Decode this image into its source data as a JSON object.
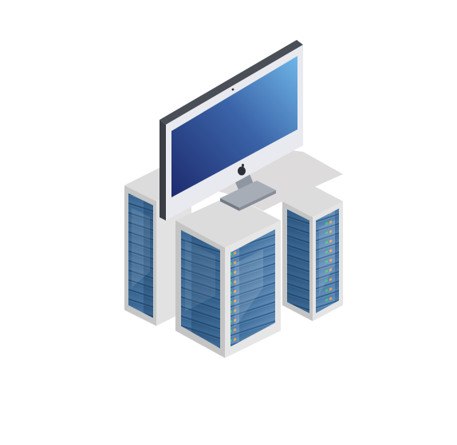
{
  "illustration": {
    "subject": "isometric-server-racks-with-monitor",
    "colors": {
      "background": "#ffffff",
      "rack_top": "#dcdcdc",
      "rack_left_face": "#c9c9c9",
      "rack_right_face": "#e6e6e6",
      "rack_glass": "#2f5d8a",
      "rack_glass_light": "#5a86b4",
      "led_green": "#3fc47a",
      "led_orange": "#f0a24a",
      "monitor_frame": "#e7e9ee",
      "monitor_edge": "#3b3e45",
      "screen_start": "#1d2a6e",
      "screen_end": "#6fb6e8",
      "stand": "#9aa0aa"
    },
    "icons": [
      "server-rack-left",
      "server-rack-front",
      "server-rack-right",
      "monitor",
      "monitor-stand",
      "apple-logo-icon"
    ]
  }
}
